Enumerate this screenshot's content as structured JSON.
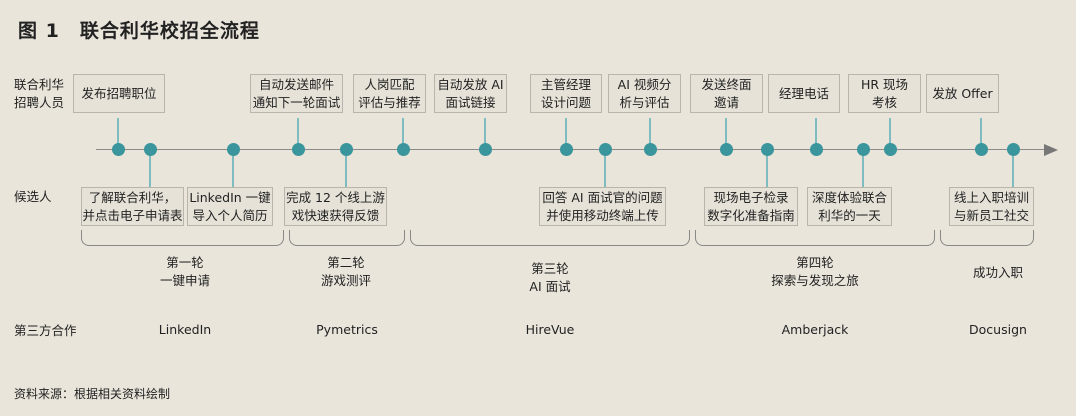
{
  "title": "图 1　联合利华校招全流程",
  "row_labels": {
    "recruiter": "联合利华\n招聘人员",
    "candidate": "候选人",
    "third_party": "第三方合作"
  },
  "recruiter_steps": [
    "发布招聘职位",
    "自动发送邮件\n通知下一轮面试",
    "人岗匹配\n评估与推荐",
    "自动发放 AI\n面试链接",
    "主管经理\n设计问题",
    "AI 视频分\n析与评估",
    "发送终面\n邀请",
    "经理电话",
    "HR 现场\n考核",
    "发放 Offer"
  ],
  "candidate_steps": [
    "了解联合利华，\n并点击电子申请表",
    "LinkedIn 一键\n导入个人简历",
    "完成 12 个线上游\n戏快速获得反馈",
    "回答 AI 面试官的问题\n并使用移动终端上传",
    "现场电子检录\n数字化准备指南",
    "深度体验联合\n利华的一天",
    "线上入职培训\n与新员工社交"
  ],
  "stages": [
    "第一轮\n一键申请",
    "第二轮\n游戏测评",
    "第三轮\nAI 面试",
    "第四轮\n探索与发现之旅",
    "成功入职"
  ],
  "third_parties": [
    "LinkedIn",
    "Pymetrics",
    "HireVue",
    "Amberjack",
    "Docusign"
  ],
  "source": "资料来源：根据相关资料绘制",
  "colors": {
    "dot": "#3b959c",
    "stem": "#7fbcc0",
    "background": "#e9e5db"
  }
}
